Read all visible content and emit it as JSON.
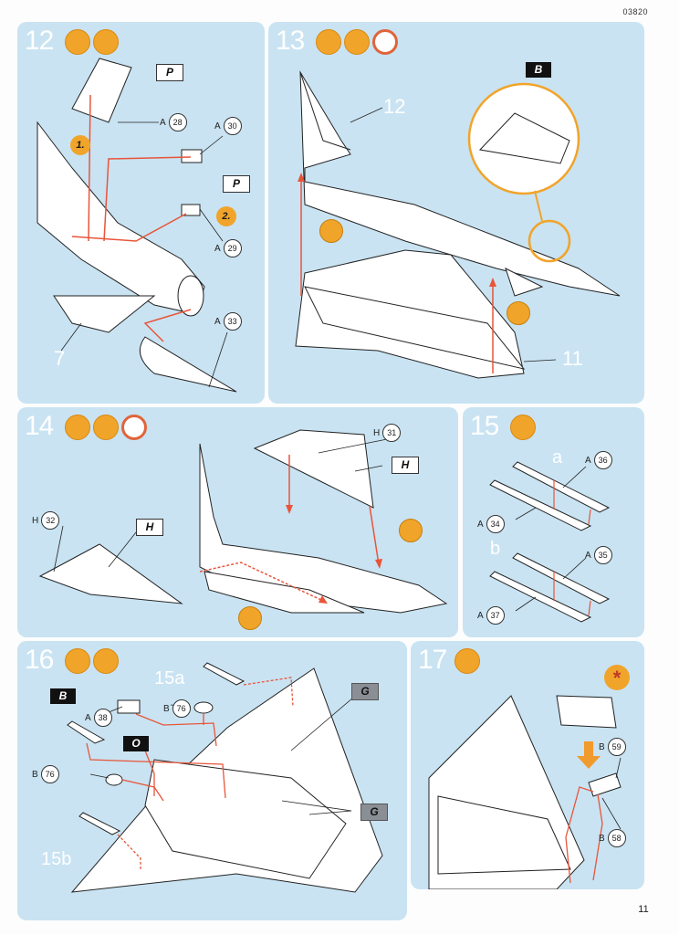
{
  "header": {
    "product_code": "03820"
  },
  "footer": {
    "page_number": "11"
  },
  "colors": {
    "panel": "#c9e3f2",
    "accent": "#f1a42a",
    "arrow": "#e8553a",
    "clock_ring": "#e0643a"
  },
  "steps": [
    {
      "number": "12",
      "icons": [
        "glue-tube-icon",
        "paint-brush-icon"
      ],
      "sequence": [
        "1.",
        "2."
      ],
      "flags": [
        "P",
        "P"
      ],
      "parts": [
        {
          "sprue": "A",
          "num": "28"
        },
        {
          "sprue": "A",
          "num": "30"
        },
        {
          "sprue": "A",
          "num": "29"
        },
        {
          "sprue": "A",
          "num": "33"
        }
      ],
      "ref_label": "7"
    },
    {
      "number": "13",
      "icons": [
        "glue-tube-icon",
        "paint-brush-icon",
        "clock-icon"
      ],
      "flags": [
        "B"
      ],
      "ref_labels": [
        "12",
        "11"
      ]
    },
    {
      "number": "14",
      "icons": [
        "glue-tube-icon",
        "paint-brush-icon",
        "clock-icon"
      ],
      "flags": [
        "H",
        "H"
      ],
      "parts": [
        {
          "sprue": "H",
          "num": "31"
        },
        {
          "sprue": "H",
          "num": "32"
        }
      ]
    },
    {
      "number": "15",
      "icons": [
        "glue-tube-icon"
      ],
      "sub_labels": [
        "a",
        "b"
      ],
      "parts": [
        {
          "sprue": "A",
          "num": "36"
        },
        {
          "sprue": "A",
          "num": "34"
        },
        {
          "sprue": "A",
          "num": "35"
        },
        {
          "sprue": "A",
          "num": "37"
        }
      ]
    },
    {
      "number": "16",
      "icons": [
        "glue-tube-icon",
        "paint-brush-icon"
      ],
      "flags": [
        "B",
        "O",
        "G",
        "G"
      ],
      "sub_labels": [
        "15a",
        "15b"
      ],
      "parts": [
        {
          "sprue": "A",
          "num": "38"
        },
        {
          "sprue": "B",
          "num": "76"
        },
        {
          "sprue": "B",
          "num": "76"
        }
      ]
    },
    {
      "number": "17",
      "icons": [
        "glue-tube-icon"
      ],
      "special": "*",
      "parts": [
        {
          "sprue": "B",
          "num": "59"
        },
        {
          "sprue": "B",
          "num": "58"
        }
      ]
    }
  ]
}
